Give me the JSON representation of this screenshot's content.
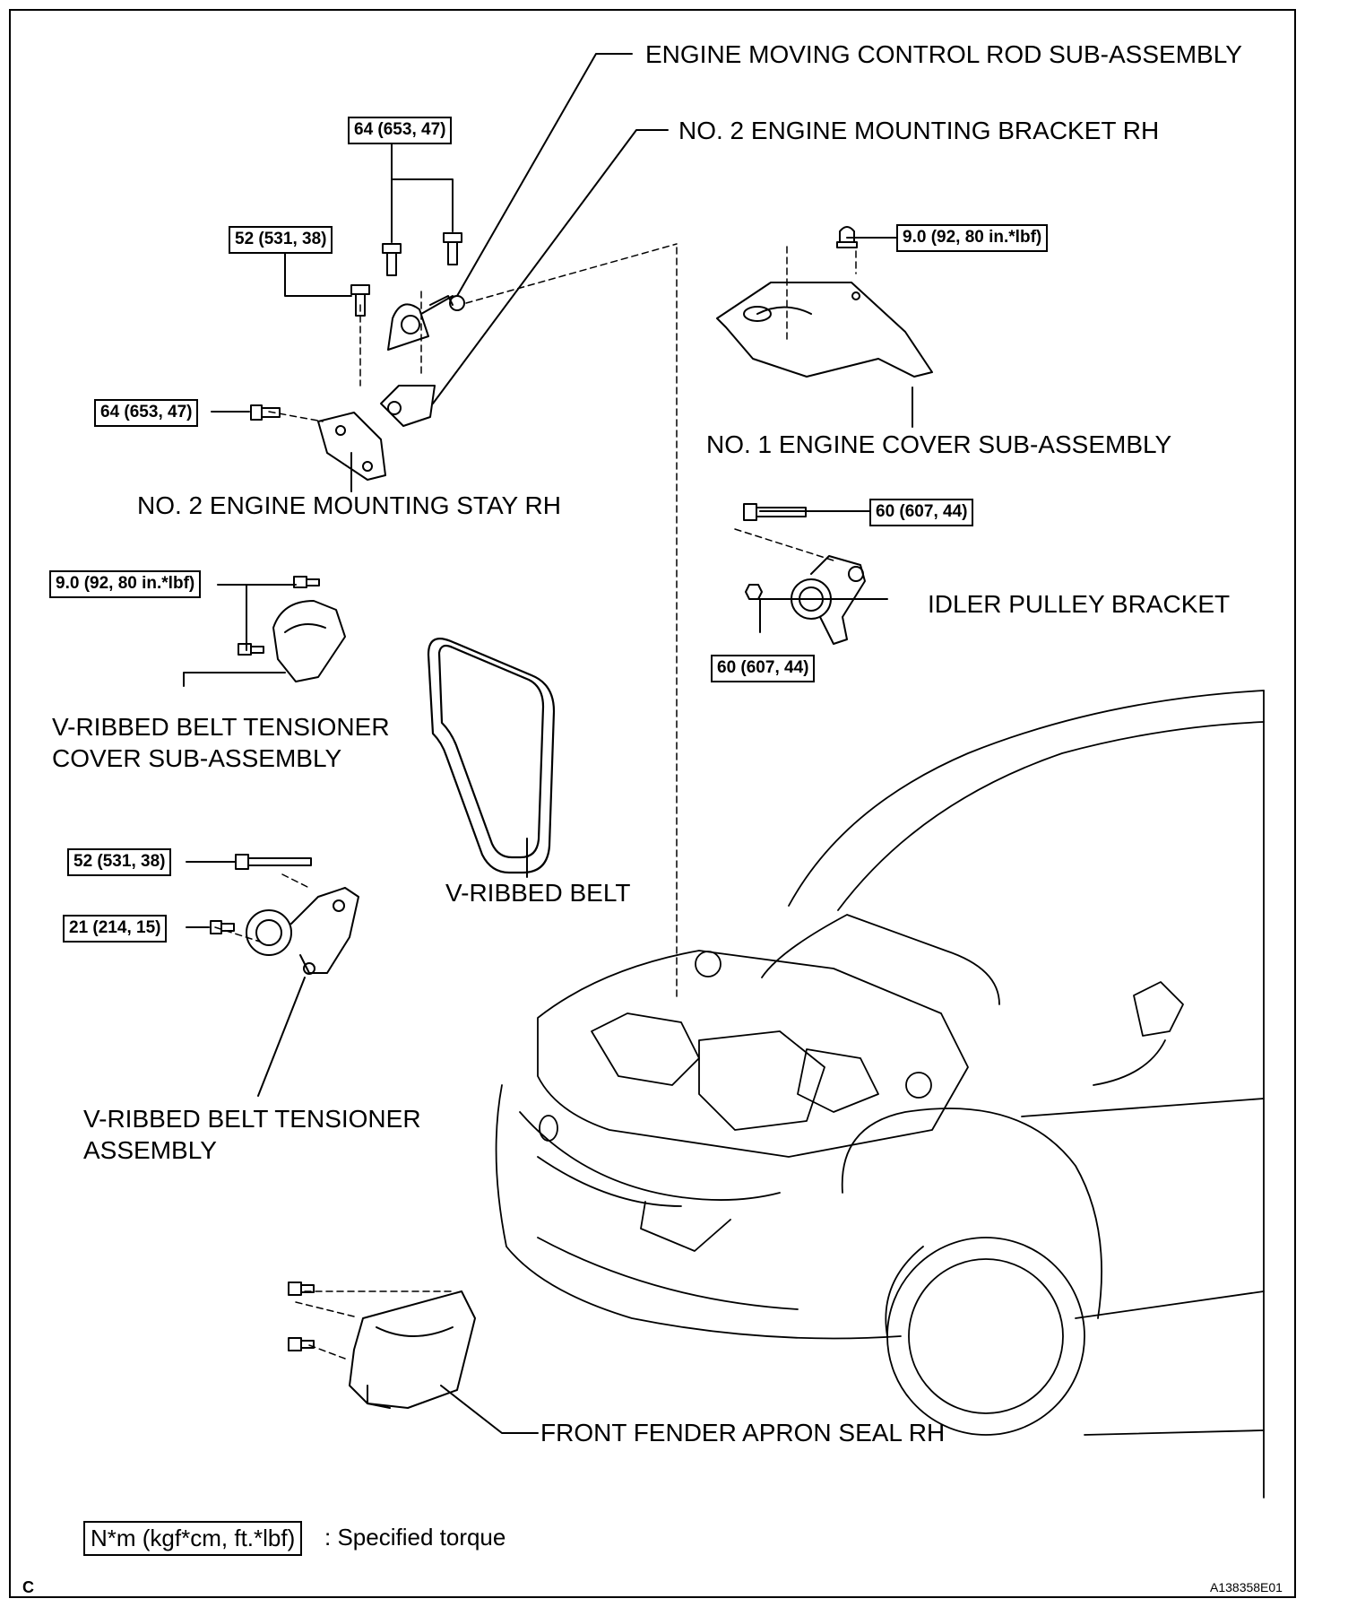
{
  "parts": {
    "engine_moving_control_rod": "ENGINE MOVING CONTROL ROD SUB-ASSEMBLY",
    "no2_engine_mounting_bracket_rh": "NO. 2 ENGINE MOUNTING BRACKET RH",
    "no1_engine_cover": "NO. 1 ENGINE COVER SUB-ASSEMBLY",
    "no2_engine_mounting_stay_rh": "NO. 2 ENGINE MOUNTING STAY RH",
    "idler_pulley_bracket": "IDLER PULLEY BRACKET",
    "tensioner_cover_line1": "V-RIBBED BELT TENSIONER",
    "tensioner_cover_line2": "COVER SUB-ASSEMBLY",
    "v_ribbed_belt": "V-RIBBED BELT",
    "tensioner_assembly_line1": "V-RIBBED BELT TENSIONER",
    "tensioner_assembly_line2": "ASSEMBLY",
    "front_fender_apron_seal_rh": "FRONT FENDER APRON SEAL RH"
  },
  "torques": {
    "control_rod_bolts": "64 (653, 47)",
    "bracket_bolt": "52 (531, 38)",
    "engine_cover_nut": "9.0 (92, 80 in.*lbf)",
    "mounting_stay_bolt": "64 (653, 47)",
    "idler_bolt": "60 (607, 44)",
    "idler_nut": "60 (607, 44)",
    "tensioner_cover_bolts": "9.0 (92, 80 in.*lbf)",
    "tensioner_long_bolt": "52 (531, 38)",
    "tensioner_short_bolt": "21 (214, 15)"
  },
  "legend": {
    "unit": "N*m (kgf*cm, ft.*lbf)",
    "text": ": Specified torque"
  },
  "footer": {
    "corner_letter": "C",
    "figure_id": "A138358E01"
  }
}
